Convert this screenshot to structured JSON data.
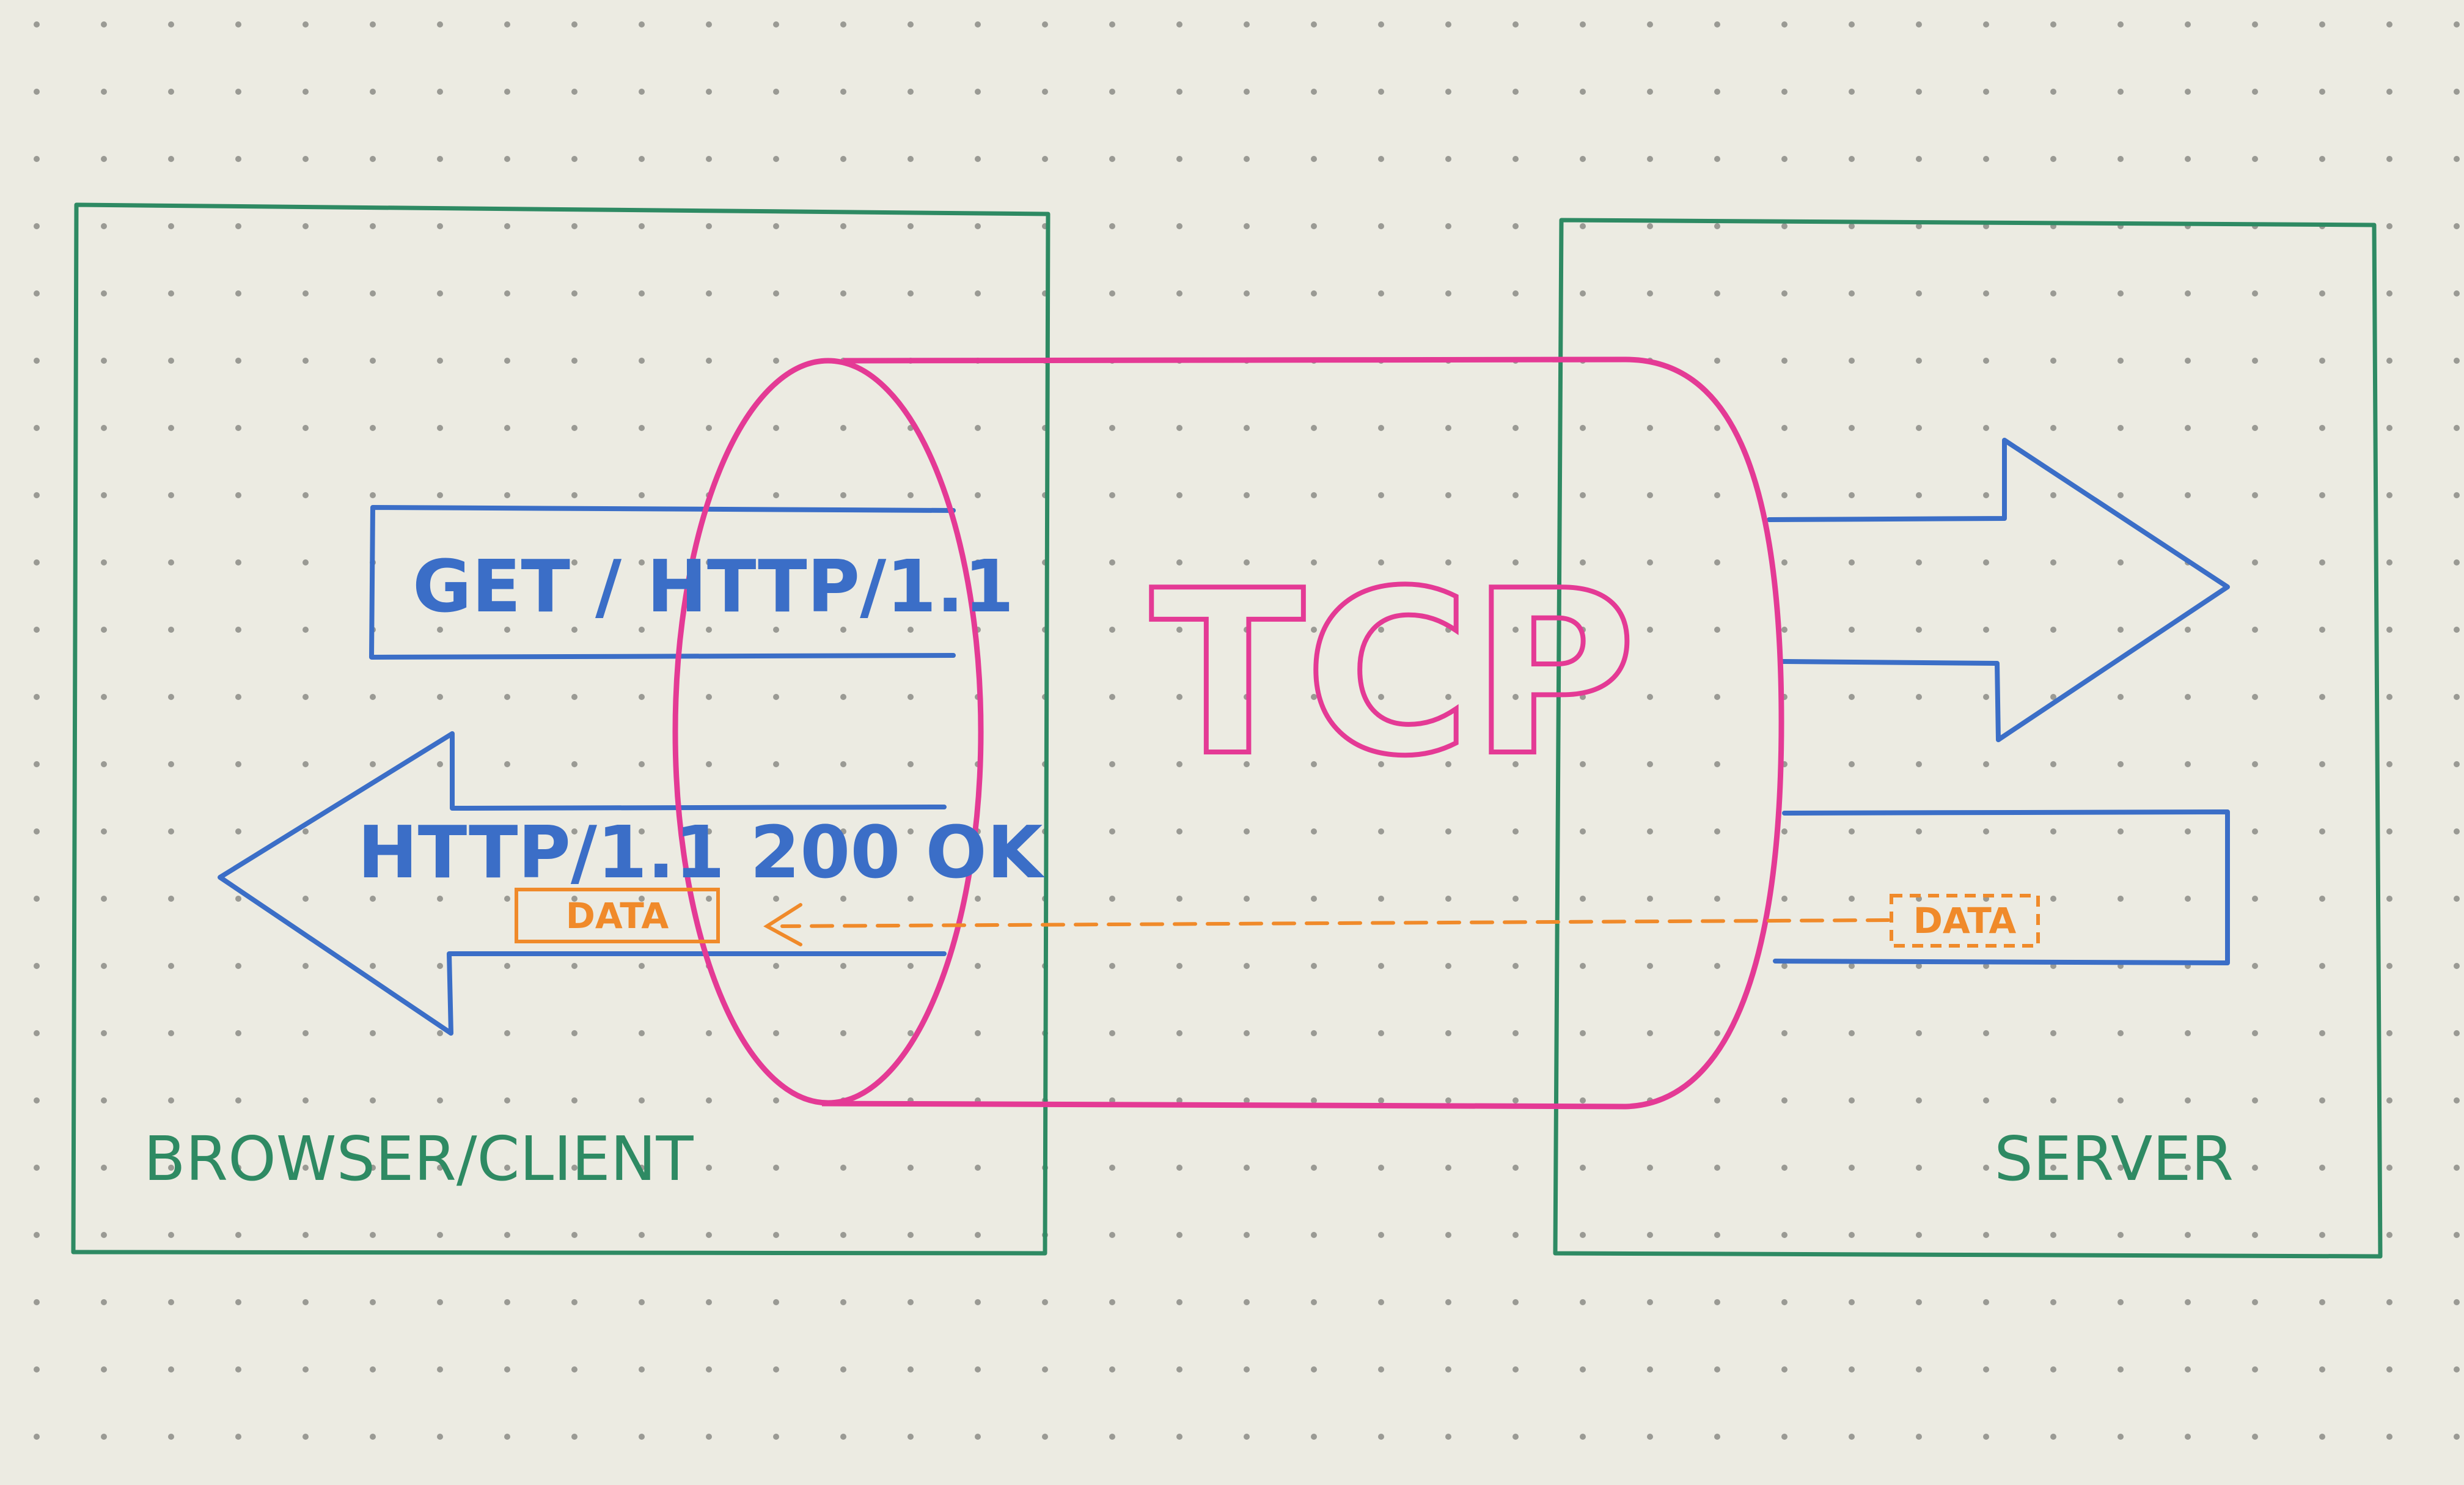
{
  "labels": {
    "client": "BROWSER/CLIENT",
    "server": "SERVER",
    "protocol": "TCP",
    "request": "GET / HTTP/1.1",
    "response": "HTTP/1.1 200 OK",
    "data_client": "DATA",
    "data_server": "DATA"
  },
  "colors": {
    "paper": "#ecebe2",
    "box_green": "#2e8a63",
    "arrow_blue": "#3b6ec7",
    "tcp_pink": "#e43a95",
    "data_orange": "#f08a2a",
    "grid_dot": "#9a9a94"
  }
}
